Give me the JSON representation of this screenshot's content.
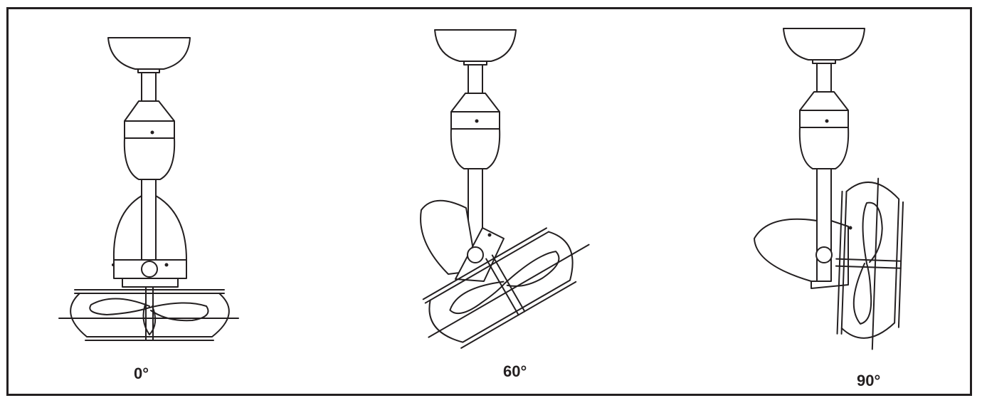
{
  "diagram": {
    "views": [
      {
        "id": "view-0",
        "angle_label": "0°",
        "tilt_degrees": 0
      },
      {
        "id": "view-60",
        "angle_label": "60°",
        "tilt_degrees": 60
      },
      {
        "id": "view-90",
        "angle_label": "90°",
        "tilt_degrees": 90
      }
    ]
  }
}
